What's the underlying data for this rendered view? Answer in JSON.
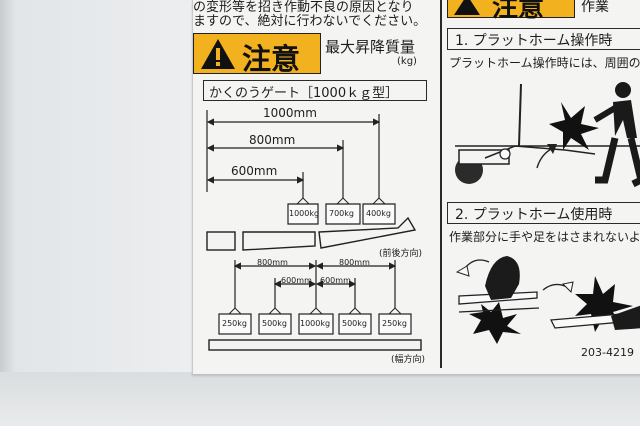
{
  "top_text": {
    "line1": "の変形等を招き作動不良の原因となり",
    "line2": "ますので、絶対に行わないでください。"
  },
  "caution_left": {
    "label": "注意",
    "title": "最大昇降質量",
    "unit": "(kg)"
  },
  "gate_section": {
    "title": "かくのうゲート［1000ｋｇ型］",
    "front_back_label": "(前後方向)",
    "width_label": "(幅方向)",
    "distances": [
      "1000mm",
      "800mm",
      "600mm"
    ],
    "weights_front_back": [
      "1000kg",
      "700kg",
      "400kg"
    ],
    "width_distances_outer": [
      "800mm",
      "800mm"
    ],
    "width_distances_inner": [
      "600mm",
      "600mm"
    ],
    "weights_width": [
      "250kg",
      "500kg",
      "1000kg",
      "500kg",
      "250kg"
    ]
  },
  "caution_right": {
    "label": "注意",
    "suffix": "作業"
  },
  "section1": {
    "title": "1. プラットホーム操作時",
    "text": "プラットホーム操作時には、周囲の人に"
  },
  "section2": {
    "title": "2. プラットホーム使用時",
    "text": "作業部分に手や足をはさまれないよう"
  },
  "part_number": "203-4219",
  "colors": {
    "caution_yellow": "#f2b21f",
    "sticker_bg": "#f4f4f2",
    "ink": "#1d1d1d"
  },
  "icons": [
    "warning-triangle-icon",
    "pinch-hand-icon",
    "pinch-foot-icon",
    "impact-burst-icon",
    "person-icon",
    "rotate-arrow-icon"
  ]
}
